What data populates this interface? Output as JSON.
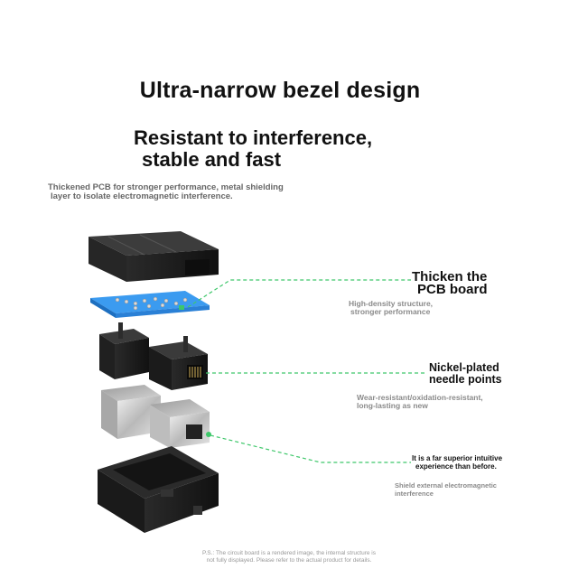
{
  "headline": "Ultra-narrow bezel design",
  "subheadline_line1": "Resistant to interference,",
  "subheadline_line2": "stable and fast",
  "intro_line1": "Thickened PCB for stronger performance, metal shielding",
  "intro_line2": "layer to isolate electromagnetic interference.",
  "callouts": [
    {
      "title_line1": "Thicken the",
      "title_line2": "PCB board",
      "desc_line1": "High-density structure,",
      "desc_line2": "stronger performance"
    },
    {
      "title_line1": "Nickel-plated",
      "title_line2": "needle points",
      "desc_line1": "Wear-resistant/oxidation-resistant,",
      "desc_line2": "long-lasting as new"
    },
    {
      "title_line1": "It is a far superior intuitive",
      "title_line2": "experience than before.",
      "desc_line1": "Shield external electromagnetic",
      "desc_line2": "interference"
    }
  ],
  "footnote_line1": "P.S.: The circuit board is a rendered image, the internal structure is",
  "footnote_line2": "not fully displayed. Please refer to the actual product for details.",
  "colors": {
    "leader_line": "#3ec76a",
    "pcb": "#2f8fe6",
    "housing": "#1f1f1f",
    "shield": "#c8c8c8"
  }
}
